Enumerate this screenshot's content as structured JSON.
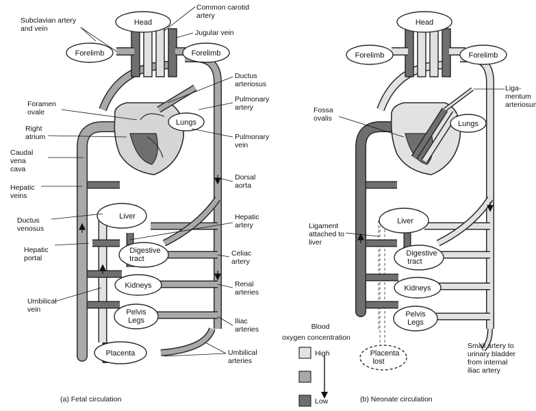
{
  "colors": {
    "high": "#e2e2e2",
    "medium": "#a9a9a9",
    "low": "#6f6f6f",
    "outline": "#2a2a2a",
    "background": "#ffffff"
  },
  "fetal": {
    "caption": "(a)   Fetal circulation",
    "organs": {
      "head": "Head",
      "forelimb_left": "Forelimb",
      "forelimb_right": "Forelimb",
      "lungs": "Lungs",
      "liver": "Liver",
      "digestive_1": "Digestive",
      "digestive_2": "tract",
      "kidneys": "Kidneys",
      "pelvis_1": "Pelvis",
      "pelvis_2": "Legs",
      "placenta": "Placenta"
    },
    "labels": {
      "subclavian_1": "Subclavian artery",
      "subclavian_2": "and vein",
      "carotid_1": "Common carotid",
      "carotid_2": "artery",
      "jugular": "Jugular vein",
      "ductus_art_1": "Ductus",
      "ductus_art_2": "arteriosus",
      "pulm_artery_1": "Pulmonary",
      "pulm_artery_2": "artery",
      "foramen_1": "Foramen",
      "foramen_2": "ovale",
      "right_atrium_1": "Right",
      "right_atrium_2": "atrium",
      "pulm_vein_1": "Pulmonary",
      "pulm_vein_2": "vein",
      "caudal_1": "Caudal",
      "caudal_2": "vena",
      "caudal_3": "cava",
      "dorsal_1": "Dorsal",
      "dorsal_2": "aorta",
      "hepatic_veins_1": "Hepatic",
      "hepatic_veins_2": "veins",
      "ductus_ven_1": "Ductus",
      "ductus_ven_2": "venosus",
      "hepatic_artery_1": "Hepatic",
      "hepatic_artery_2": "artery",
      "hepatic_portal_1": "Hepatic",
      "hepatic_portal_2": "portal",
      "celiac_1": "Celiac",
      "celiac_2": "artery",
      "renal_1": "Renal",
      "renal_2": "arteries",
      "umb_vein_1": "Umbilical",
      "umb_vein_2": "vein",
      "iliac_1": "Iliac",
      "iliac_2": "arteries",
      "umb_art_1": "Umbilical",
      "umb_art_2": "arteries"
    }
  },
  "legend": {
    "title_1": "Blood",
    "title_2": "oxygen concentration",
    "high": "High",
    "low": "Low"
  },
  "neonate": {
    "caption": "(b)   Neonate circulation",
    "organs": {
      "head": "Head",
      "forelimb_left": "Forelimb",
      "forelimb_right": "Forelimb",
      "lungs": "Lungs",
      "liver": "Liver",
      "digestive_1": "Digestive",
      "digestive_2": "tract",
      "kidneys": "Kidneys",
      "pelvis_1": "Pelvis",
      "pelvis_2": "Legs",
      "placenta_1": "Placenta",
      "placenta_2": "lost"
    },
    "labels": {
      "ligamentum_1": "Liga-",
      "ligamentum_2": "mentum",
      "ligamentum_3": "arteriosum",
      "fossa_1": "Fossa",
      "fossa_2": "ovalis",
      "ligament_1": "Ligament",
      "ligament_2": "attached to",
      "ligament_3": "liver",
      "small_1": "Small artery to",
      "small_2": "urinary bladder",
      "small_3": "from internal",
      "small_4": "iliac artery"
    }
  }
}
